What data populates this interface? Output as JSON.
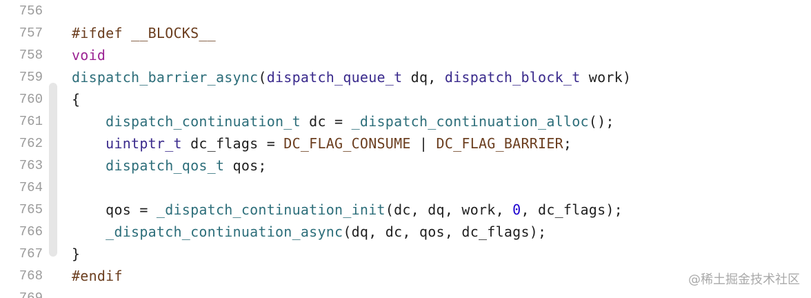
{
  "editor": {
    "lines": [
      {
        "number": "756",
        "tokens": []
      },
      {
        "number": "757",
        "tokens": [
          {
            "text": "#ifdef __BLOCKS__",
            "kind": "pre"
          }
        ]
      },
      {
        "number": "758",
        "tokens": [
          {
            "text": "void",
            "kind": "key"
          }
        ]
      },
      {
        "number": "759",
        "tokens": [
          {
            "text": "dispatch_barrier_async",
            "kind": "func"
          },
          {
            "text": "(",
            "kind": "plain"
          },
          {
            "text": "dispatch_queue_t",
            "kind": "type"
          },
          {
            "text": " dq, ",
            "kind": "plain"
          },
          {
            "text": "dispatch_block_t",
            "kind": "type"
          },
          {
            "text": " work)",
            "kind": "plain"
          }
        ]
      },
      {
        "number": "760",
        "tokens": [
          {
            "text": "{",
            "kind": "plain"
          }
        ]
      },
      {
        "number": "761",
        "tokens": [
          {
            "text": "    ",
            "kind": "plain"
          },
          {
            "text": "dispatch_continuation_t",
            "kind": "func"
          },
          {
            "text": " dc = ",
            "kind": "plain"
          },
          {
            "text": "_dispatch_continuation_alloc",
            "kind": "func"
          },
          {
            "text": "();",
            "kind": "plain"
          }
        ]
      },
      {
        "number": "762",
        "tokens": [
          {
            "text": "    ",
            "kind": "plain"
          },
          {
            "text": "uintptr_t",
            "kind": "type"
          },
          {
            "text": " dc_flags = ",
            "kind": "plain"
          },
          {
            "text": "DC_FLAG_CONSUME",
            "kind": "macro"
          },
          {
            "text": " | ",
            "kind": "plain"
          },
          {
            "text": "DC_FLAG_BARRIER",
            "kind": "macro"
          },
          {
            "text": ";",
            "kind": "plain"
          }
        ]
      },
      {
        "number": "763",
        "tokens": [
          {
            "text": "    ",
            "kind": "plain"
          },
          {
            "text": "dispatch_qos_t",
            "kind": "func"
          },
          {
            "text": " qos;",
            "kind": "plain"
          }
        ]
      },
      {
        "number": "764",
        "tokens": []
      },
      {
        "number": "765",
        "tokens": [
          {
            "text": "    qos = ",
            "kind": "plain"
          },
          {
            "text": "_dispatch_continuation_init",
            "kind": "func"
          },
          {
            "text": "(dc, dq, work, ",
            "kind": "plain"
          },
          {
            "text": "0",
            "kind": "num"
          },
          {
            "text": ", dc_flags);",
            "kind": "plain"
          }
        ]
      },
      {
        "number": "766",
        "tokens": [
          {
            "text": "    ",
            "kind": "plain"
          },
          {
            "text": "_dispatch_continuation_async",
            "kind": "func"
          },
          {
            "text": "(dq, dc, qos, dc_flags);",
            "kind": "plain"
          }
        ]
      },
      {
        "number": "767",
        "tokens": [
          {
            "text": "}",
            "kind": "plain"
          }
        ]
      },
      {
        "number": "768",
        "tokens": [
          {
            "text": "#endif",
            "kind": "pre"
          }
        ]
      },
      {
        "number": "769",
        "tokens": []
      }
    ]
  },
  "watermark": {
    "text": "@稀土掘金技术社区"
  },
  "colors": {
    "background": "#ffffff",
    "line_number": "#9b9b9b",
    "plain": "#1f1f1f",
    "preprocessor": "#6b3e1f",
    "keyword": "#9b2393",
    "function": "#2d6e7a",
    "type": "#3a2a8c",
    "number": "#1c00cf",
    "fold_bar": "#e6e6e6"
  }
}
